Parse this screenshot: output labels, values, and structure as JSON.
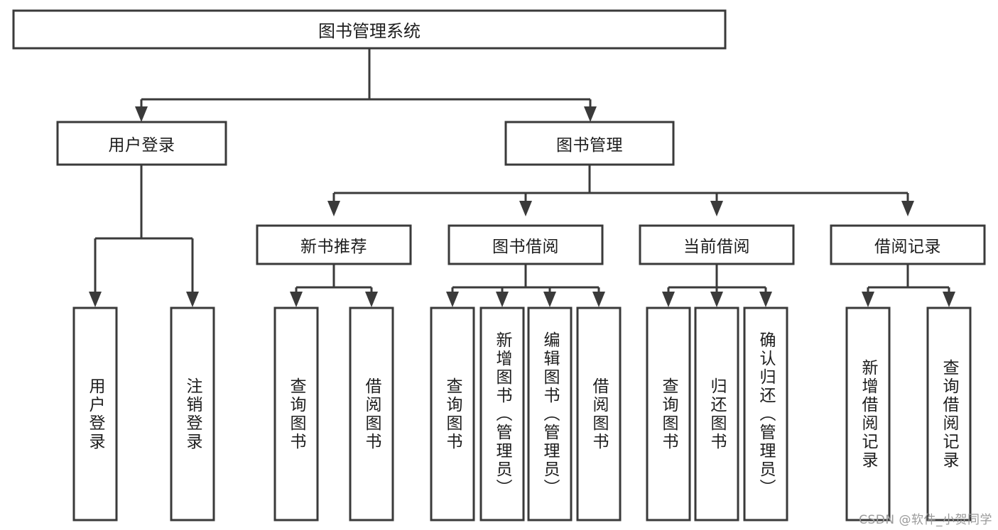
{
  "diagram": {
    "type": "tree-hierarchy",
    "title": "图书管理系统",
    "watermark": "CSDN @软件_小贺同学",
    "colors": {
      "stroke": "#3a3a3a",
      "fill": "#ffffff",
      "text": "#1d1d1d",
      "watermark": "#9a9a9a"
    },
    "levels": {
      "root": {
        "label": "图书管理系统"
      },
      "level2": [
        {
          "label": "用户登录"
        },
        {
          "label": "图书管理"
        }
      ],
      "level3": [
        {
          "label": "新书推荐"
        },
        {
          "label": "图书借阅"
        },
        {
          "label": "当前借阅"
        },
        {
          "label": "借阅记录"
        }
      ],
      "leaves": {
        "user_login": [
          {
            "label": "用户登录"
          },
          {
            "label": "注销登录"
          }
        ],
        "new_book": [
          {
            "label": "查询图书"
          },
          {
            "label": "借阅图书"
          }
        ],
        "book_borrow": [
          {
            "label": "查询图书"
          },
          {
            "label": "新增图书（管理员）"
          },
          {
            "label": "编辑图书（管理员）"
          },
          {
            "label": "借阅图书"
          }
        ],
        "current_borrow": [
          {
            "label": "查询图书"
          },
          {
            "label": "归还图书"
          },
          {
            "label": "确认归还（管理员）"
          }
        ],
        "borrow_record": [
          {
            "label": "新增借阅记录"
          },
          {
            "label": "查询借阅记录"
          }
        ]
      }
    }
  }
}
